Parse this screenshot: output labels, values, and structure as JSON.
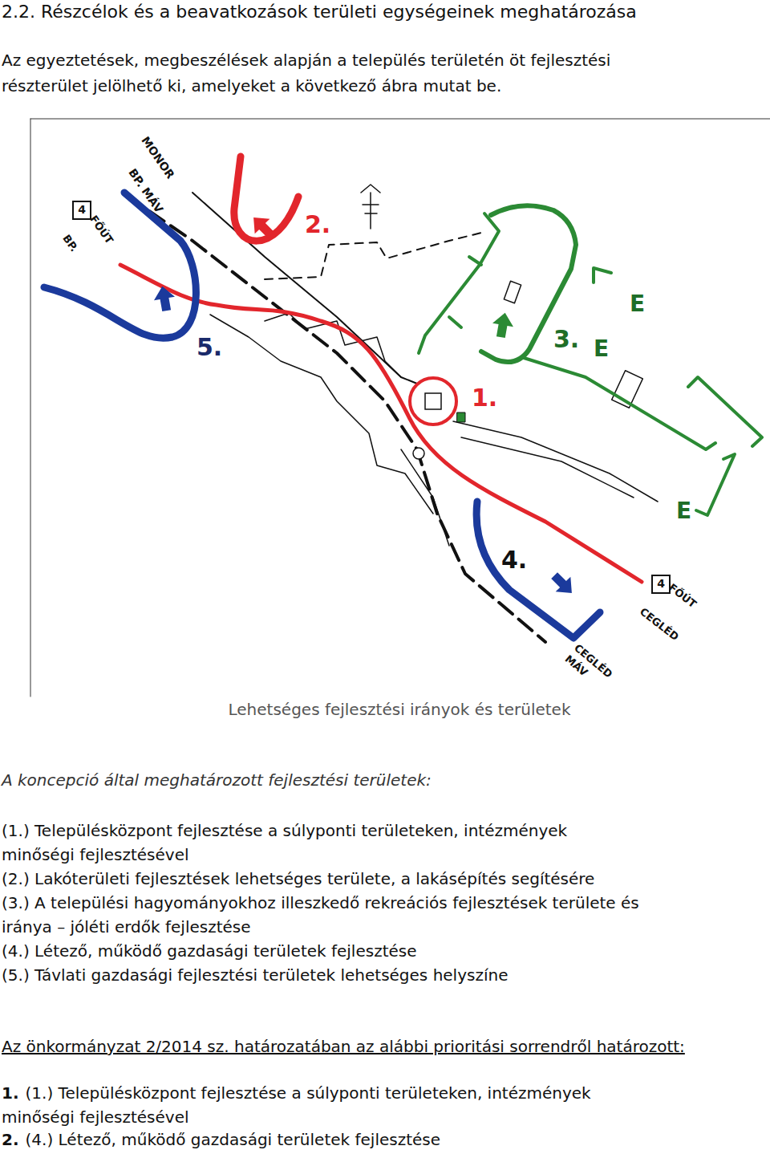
{
  "diagram": {
    "title": "2.2. Részcélok és a beavatkozások területi egységeinek meghatározása",
    "caption": "Lehetséges fejlesztési irányok és területek",
    "nodes": [
      {
        "text": [
          "4"
        ]
      },
      {
        "text": [
          "1."
        ]
      },
      {
        "text": [
          "4"
        ]
      }
    ],
    "labels": [
      "Az egyeztetések, megbeszélések alapján a település területén öt fejlesztési részterület jelölhető ki, amelyeket a következő ábra mutat be.",
      "MONOR",
      "BP. MÁV",
      "FŐÚT",
      "BP.",
      "2.",
      "5.",
      "3.",
      "E",
      "E",
      "E",
      "4.",
      "FŐÚT",
      "CEGLÉD",
      "CEGLÉD MÁV",
      "A koncepció által meghatározott fejlesztési területek:",
      "(1.) Településközpont fejlesztése a súlyponti területeken, intézmények minőségi fejlesztésével",
      "(2.) Lakóterületi fejlesztések lehetséges területe, a lakásépítés segítésére",
      "(3.) A települési hagyományokhoz illeszkedő rekreációs fejlesztések területe és iránya – jóléti erdők fejlesztése",
      "(4.) Létező, működő gazdasági területek fejlesztése",
      "(5.) Távlati gazdasági fejlesztési területek lehetséges helyszíne",
      "Az önkormányzat 2/2014 sz. határozatában az alábbi prioritási sorrendről határozott:",
      "1.",
      "(1.) Településközpont fejlesztése a súlyponti területeken, intézmények minőségi fejlesztésével",
      "2.",
      "(4.) Létező, működő gazdasági területek fejlesztése"
    ]
  }
}
